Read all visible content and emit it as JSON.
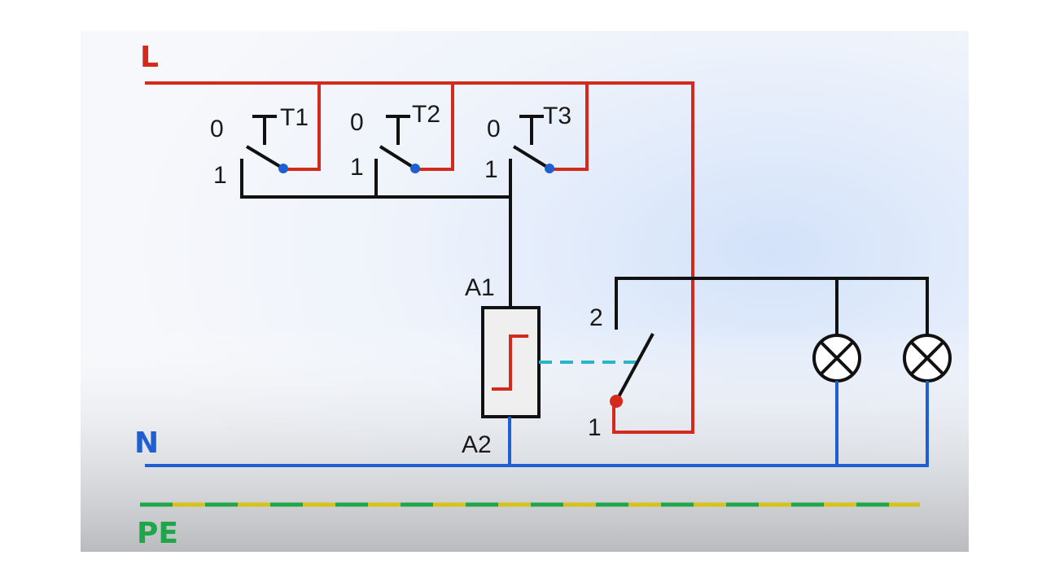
{
  "diagram": {
    "conductors": {
      "line": {
        "label": "L",
        "color": "#d42a1e"
      },
      "neutral": {
        "label": "N",
        "color": "#1f5fd0"
      },
      "earth": {
        "label": "PE",
        "colors": [
          "#1fa64a",
          "#d8c21a"
        ]
      }
    },
    "wire_color": "#111111",
    "pushbuttons": [
      {
        "name": "T1",
        "pos0": "0",
        "pos1": "1"
      },
      {
        "name": "T2",
        "pos0": "0",
        "pos1": "1"
      },
      {
        "name": "T3",
        "pos0": "0",
        "pos1": "1"
      }
    ],
    "relay": {
      "terminal_top": "A1",
      "terminal_bottom": "A2"
    },
    "contact": {
      "terminal_top": "2",
      "terminal_bottom": "1"
    },
    "link_color": "#2bb3c9",
    "lamps": [
      "lamp",
      "lamp"
    ]
  }
}
